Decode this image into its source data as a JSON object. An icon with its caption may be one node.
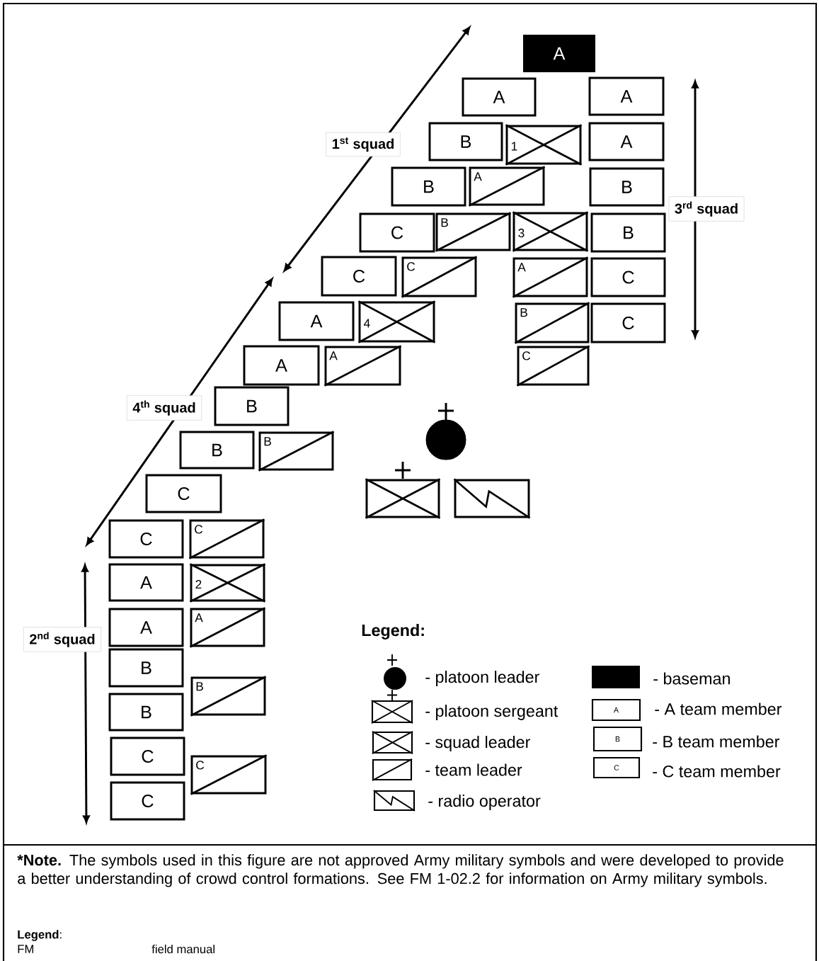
{
  "diagram": {
    "nodes": [
      {
        "text": [
          "A"
        ]
      },
      {
        "text": [
          "A"
        ]
      },
      {
        "text": [
          "A"
        ]
      },
      {
        "text": [
          "B"
        ]
      },
      {
        "text": [
          "1"
        ]
      },
      {
        "text": [
          "A"
        ]
      },
      {
        "text": [
          "B"
        ]
      },
      {
        "text": [
          "A"
        ]
      },
      {
        "text": [
          "B"
        ]
      },
      {
        "text": [
          "C"
        ]
      },
      {
        "text": [
          "B"
        ]
      },
      {
        "text": [
          "3"
        ]
      },
      {
        "text": [
          "B"
        ]
      },
      {
        "text": [
          "C"
        ]
      },
      {
        "text": [
          "C"
        ]
      },
      {
        "text": [
          "A"
        ]
      },
      {
        "text": [
          "C"
        ]
      },
      {
        "text": [
          "A"
        ]
      },
      {
        "text": [
          "4"
        ]
      },
      {
        "text": [
          "B"
        ]
      },
      {
        "text": [
          "C"
        ]
      },
      {
        "text": [
          "A"
        ]
      },
      {
        "text": [
          "A"
        ]
      },
      {
        "text": [
          "C"
        ]
      },
      {
        "text": [
          "B"
        ]
      },
      {
        "text": [],
        "shape": "circle"
      },
      {
        "text": [
          "B"
        ]
      },
      {
        "text": [
          "B"
        ]
      },
      {
        "text": [
          "C"
        ]
      },
      {
        "text": [],
        "shape": "box"
      },
      {
        "text": [],
        "shape": "box"
      },
      {
        "text": [
          "C"
        ]
      },
      {
        "text": [
          "C"
        ]
      },
      {
        "text": [
          "A"
        ]
      },
      {
        "text": [
          "2"
        ]
      },
      {
        "text": [
          "A"
        ]
      },
      {
        "text": [
          "A"
        ]
      },
      {
        "text": [
          "B"
        ]
      },
      {
        "text": [
          "B"
        ]
      },
      {
        "text": [
          "B"
        ]
      },
      {
        "text": [
          "C"
        ]
      },
      {
        "text": [
          "C"
        ]
      },
      {
        "text": [
          "C"
        ]
      }
    ],
    "labels": [
      "1$^{st}$ squad",
      "3$^{rd}$ squad",
      "4$^{th}$ squad",
      "2$^{nd}$ squad",
      "Legend:",
      "A",
      "B",
      "C",
      "*Note.",
      "The symbols used in this figure are not approved Army military symbols and were developed to provide a better understanding of crowd control formations. See FM 1-02.2 for information on Army military symbols.",
      "**Legend**:",
      "FM",
      "field manual"
    ],
    "legend": [
      {
        "text": "- platoon leader"
      },
      {
        "text": "- platoon sergeant"
      },
      {
        "text": "- squad leader"
      },
      {
        "text": "- team leader"
      },
      {
        "text": "- radio operator"
      },
      {
        "text": "- baseman",
        "color": "#000000"
      },
      {
        "text": "- A team member"
      },
      {
        "text": "- B team member"
      },
      {
        "text": "- C team member"
      }
    ]
  }
}
